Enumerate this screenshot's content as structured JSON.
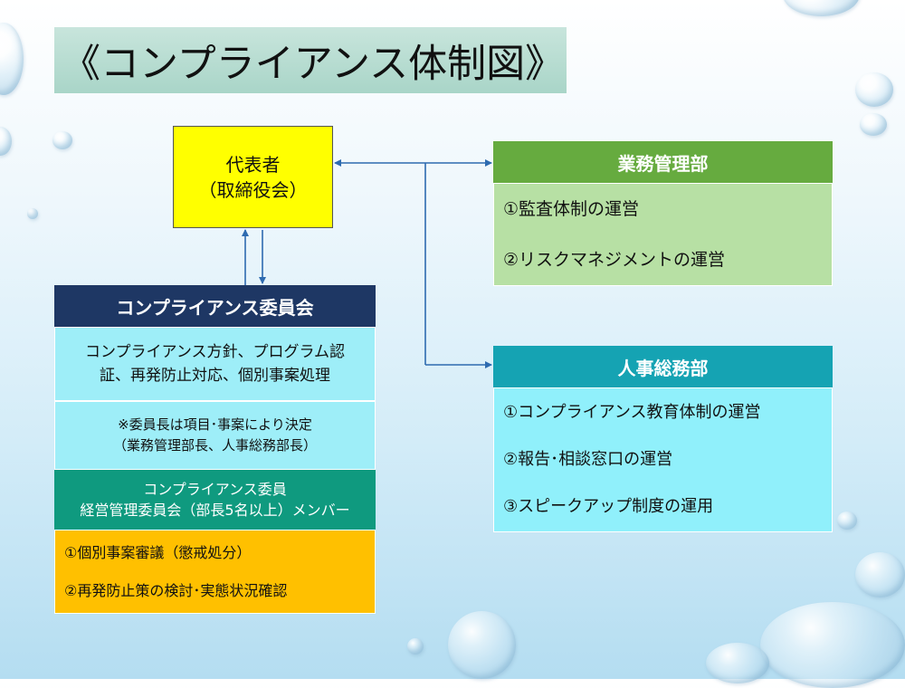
{
  "title": "《コンプライアンス体制図》",
  "representative": {
    "line1": "代表者",
    "line2": "（取締役会）"
  },
  "compliance_committee": {
    "header": "コンプライアンス委員会",
    "duties_line1": "コンプライアンス方針、プログラム認",
    "duties_line2": "証、再発防止対応、個別事案処理",
    "note_line1": "※委員長は項目･事案により決定",
    "note_line2": "（業務管理部長、人事総務部長）",
    "member_line1": "コンプライアンス委員",
    "member_line2": "経営管理委員会（部長5名以上）メンバー",
    "task1": "①個別事案審議（懲戒処分）",
    "task2": "②再発防止策の検討･実態状況確認"
  },
  "business_management": {
    "header": "業務管理部",
    "item1": "①監査体制の運営",
    "item2": "②リスクマネジメントの運営"
  },
  "hr_general_affairs": {
    "header": "人事総務部",
    "item1": "①コンプライアンス教育体制の運営",
    "item2": "②報告･相談窓口の運営",
    "item3": "③スピークアップ制度の運用"
  },
  "colors": {
    "title_band": "#b4dccf",
    "representative": "#ffff00",
    "committee_header": "#1e3764",
    "committee_body": "#9eeef8",
    "committee_member": "#0f9a7f",
    "committee_tasks": "#ffc000",
    "business_header": "#66ab3f",
    "business_body": "#b7e0a4",
    "hr_header": "#15a3b3",
    "hr_body": "#90f0fb",
    "arrow": "#2e6bb0"
  }
}
